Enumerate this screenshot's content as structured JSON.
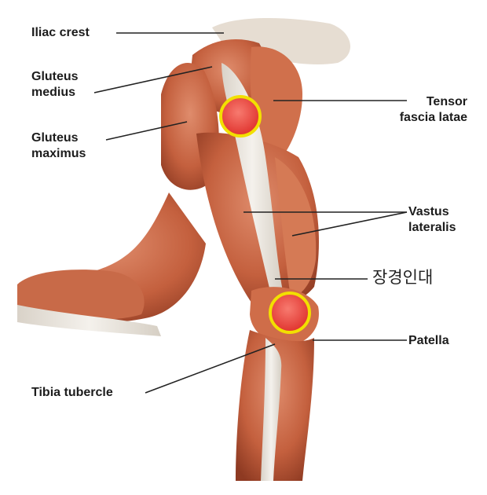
{
  "labels": {
    "iliac_crest": "Iliac crest",
    "gluteus_medius": [
      "Gluteus",
      "medius"
    ],
    "gluteus_maximus": [
      "Gluteus",
      "maximus"
    ],
    "tensor_fascia_latae": [
      "Tensor",
      "fascia latae"
    ],
    "vastus_lateralis": [
      "Vastus",
      "lateralis"
    ],
    "it_band_korean": "장경인대",
    "patella": "Patella",
    "tibia_tubercle": "Tibia tubercle"
  },
  "colors": {
    "muscle": "#c4603e",
    "muscle_dark": "#8e3a22",
    "tendon": "#e9e4dc",
    "marker_fill": "#e8473f",
    "marker_ring": "#f2e000",
    "leader_line": "#222222"
  }
}
